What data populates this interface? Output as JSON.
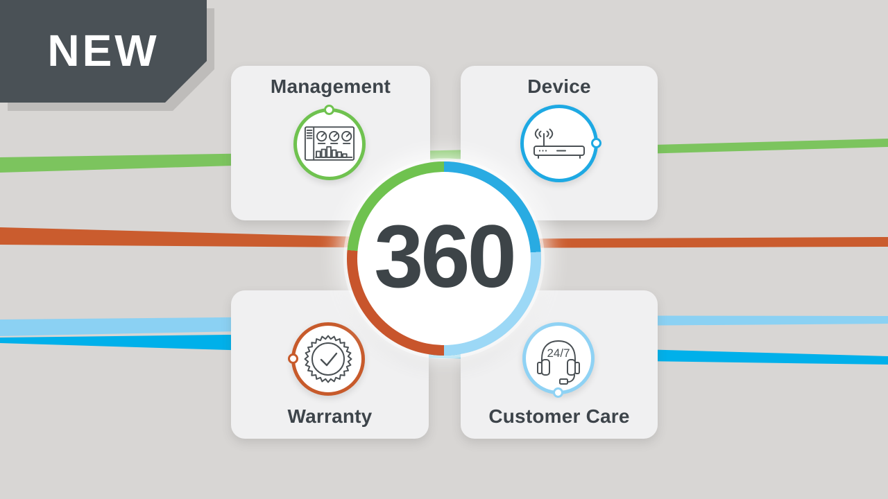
{
  "badge": {
    "label": "NEW"
  },
  "center_circle": {
    "value": "360",
    "ring_colors": {
      "top_right": "#29abe2",
      "bottom_right": "#9cd8f6",
      "bottom_left": "#c8552c",
      "top_left": "#6fc24f"
    }
  },
  "cards": {
    "management": {
      "title": "Management",
      "icon": "dashboard-icon",
      "accent": "#6fc24f"
    },
    "device": {
      "title": "Device",
      "icon": "wireless-router-icon",
      "accent": "#1ea9e3"
    },
    "warranty": {
      "title": "Warranty",
      "icon": "certified-seal-icon",
      "accent": "#c75a2b"
    },
    "customer_care": {
      "title": "Customer Care",
      "icon": "headset-icon",
      "accent": "#8fd2f4",
      "icon_label": "24/7"
    }
  },
  "colors": {
    "background": "#d8d6d4",
    "card": "#f0f0f1",
    "badge": "#4a5156",
    "text": "#3d444a",
    "ribbon_green": "#7cc45e",
    "ribbon_orange": "#ca5c2e",
    "ribbon_blue": "#00b0ea",
    "ribbon_light_blue": "#8bd1f3"
  }
}
